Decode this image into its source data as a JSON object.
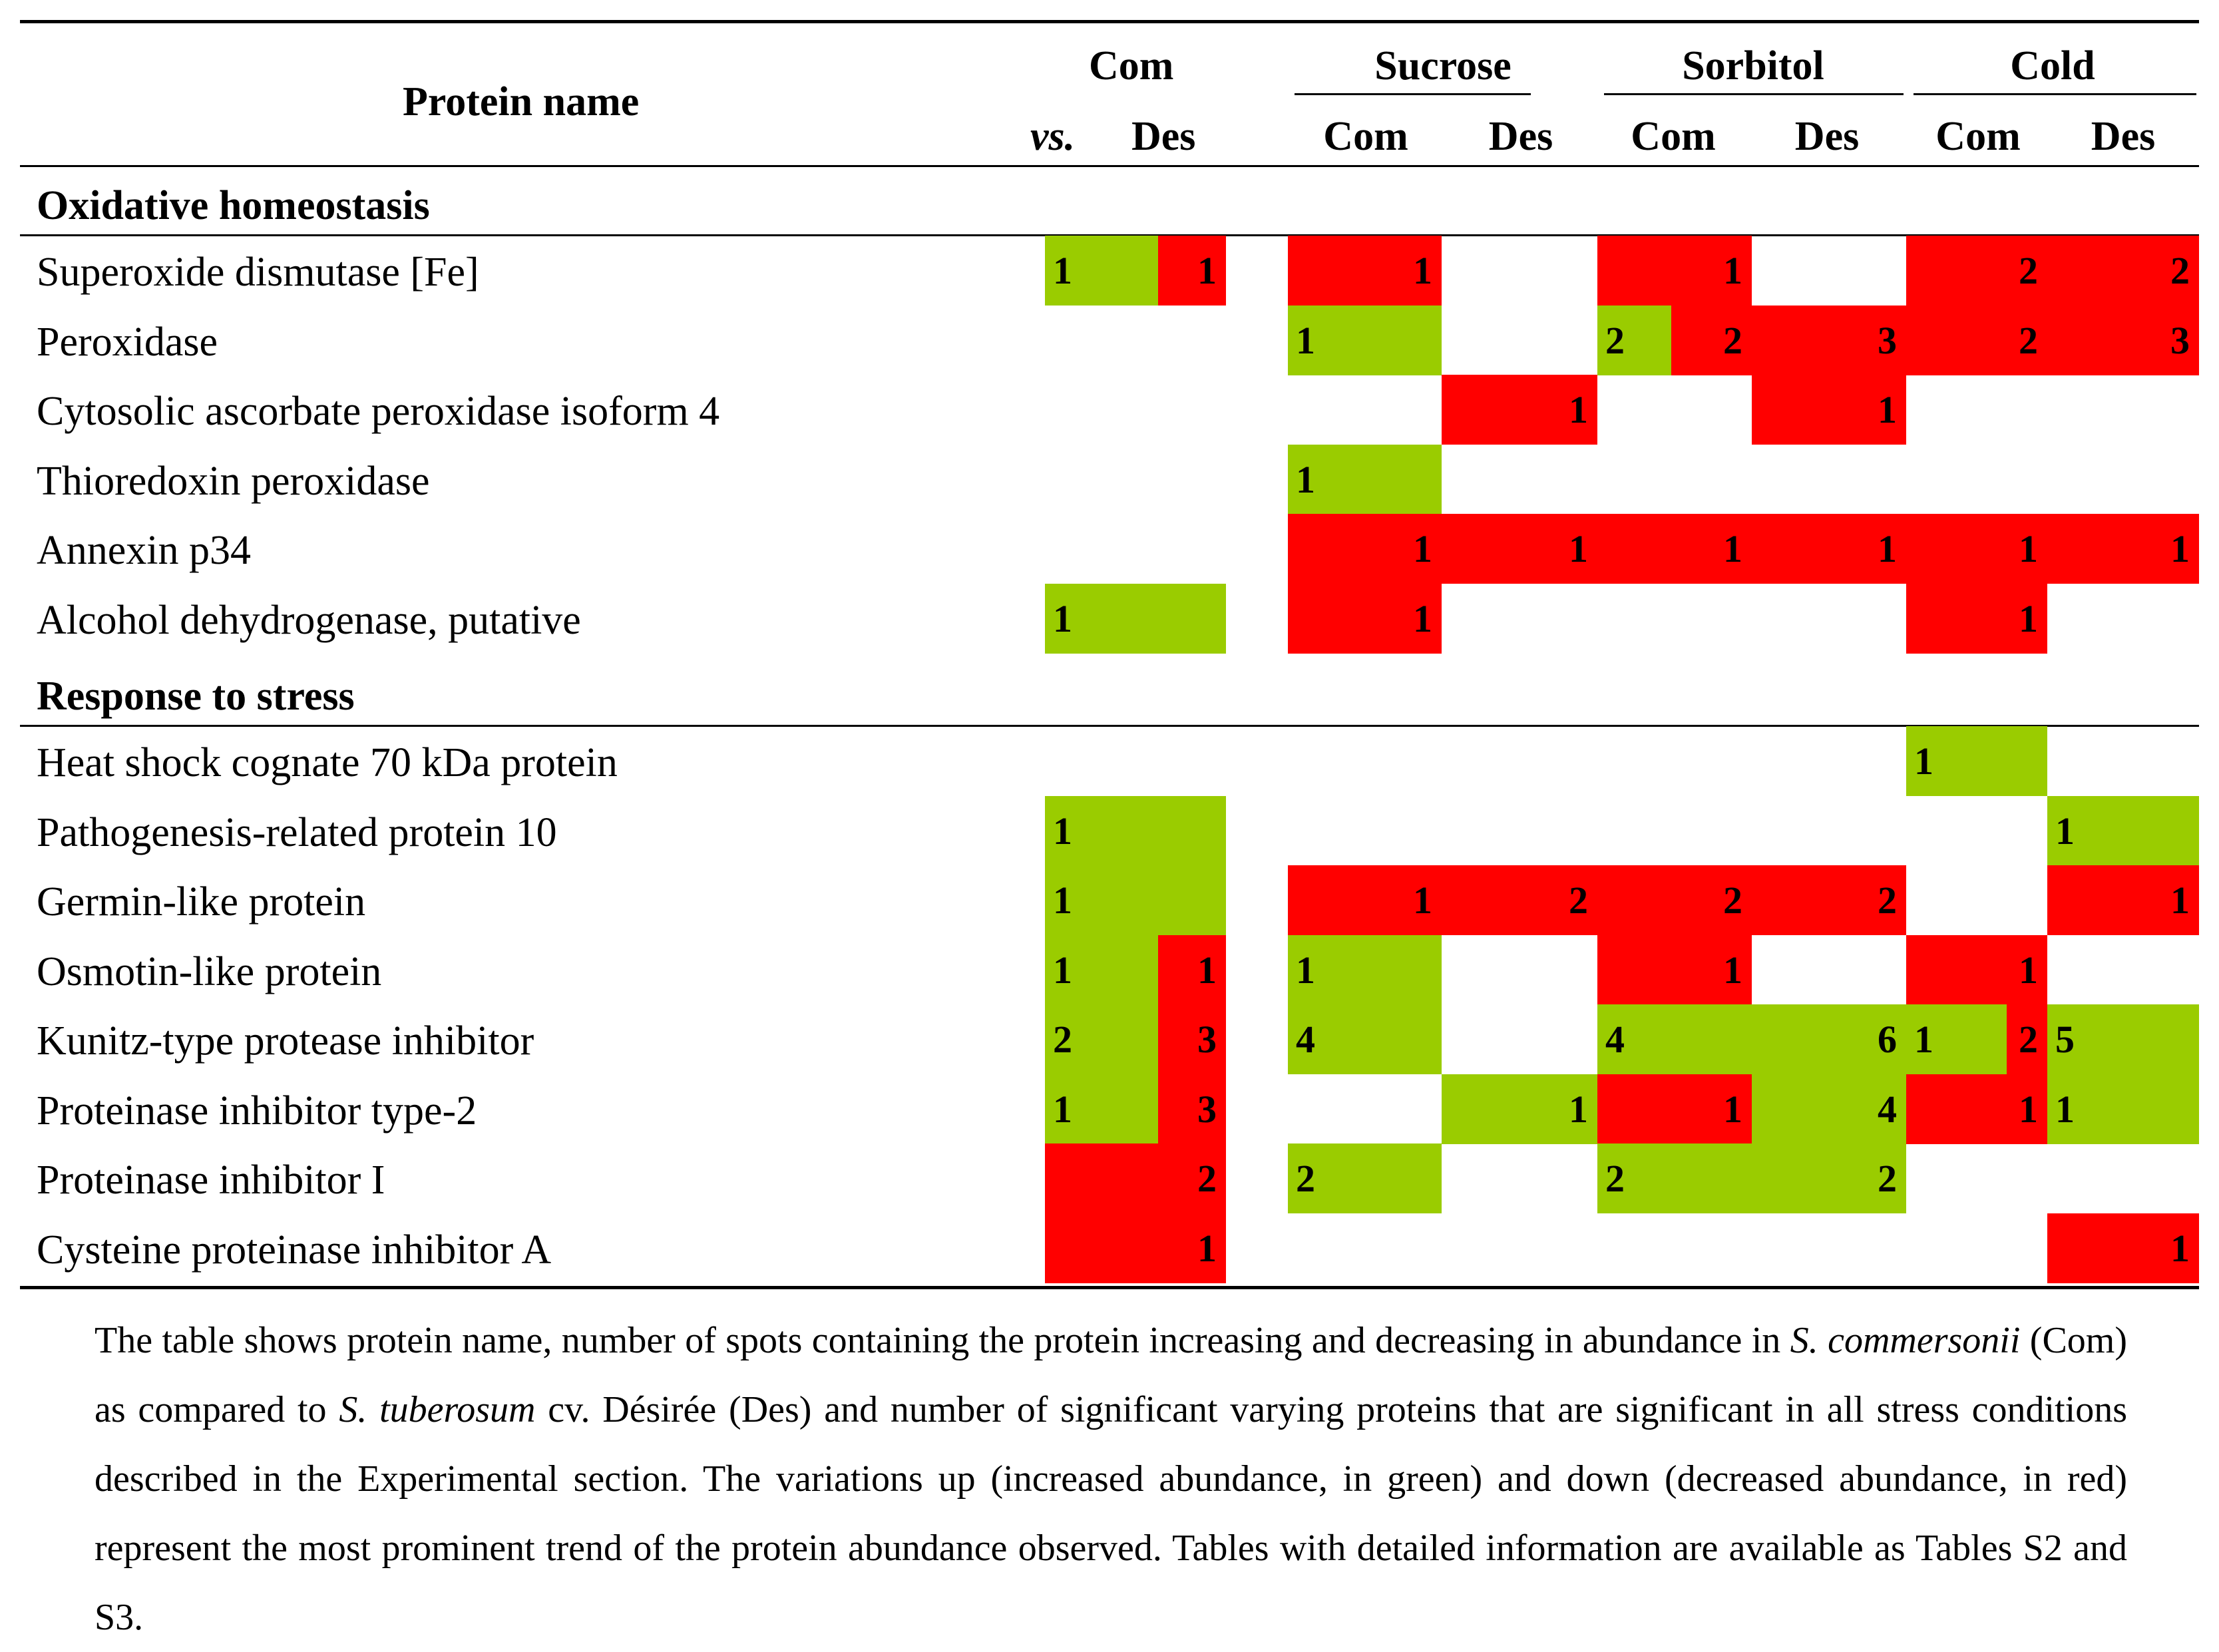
{
  "header": {
    "protein_name": "Protein name",
    "com_vs_des_line1": "Com",
    "com_vs_des_vs": "vs.",
    "com_vs_des_des": "Des",
    "conditions": [
      "Sucrose",
      "Sorbitol",
      "Cold"
    ],
    "sub_com": "Com",
    "sub_des": "Des"
  },
  "colors": {
    "increase": "#9acc00",
    "decrease": "#ff0000"
  },
  "sections": [
    {
      "title": "Oxidative homeostasis",
      "rows": [
        {
          "name": "Superoxide dismutase [Fe]",
          "cells": [
            [
              "up",
              1
            ],
            [
              "down",
              1
            ],
            [
              "down",
              1
            ],
            null,
            [
              "down",
              1
            ],
            null,
            [
              "down",
              2
            ],
            [
              "down",
              2
            ]
          ]
        },
        {
          "name": "Peroxidase",
          "cells": [
            null,
            null,
            [
              "up",
              1
            ],
            null,
            [
              "up",
              2,
              "down",
              2
            ],
            [
              "down",
              3
            ],
            [
              "down",
              2
            ],
            [
              "down",
              3
            ]
          ]
        },
        {
          "name": "Cytosolic ascorbate peroxidase isoform 4",
          "cells": [
            null,
            null,
            null,
            [
              "down",
              1
            ],
            null,
            [
              "down",
              1
            ],
            null,
            null
          ]
        },
        {
          "name": "Thioredoxin peroxidase",
          "cells": [
            null,
            null,
            [
              "up",
              1
            ],
            null,
            null,
            null,
            null,
            null
          ]
        },
        {
          "name": "Annexin p34",
          "cells": [
            null,
            null,
            [
              "down",
              1
            ],
            [
              "down",
              1
            ],
            [
              "down",
              1
            ],
            [
              "down",
              1
            ],
            [
              "down",
              1
            ],
            [
              "down",
              1
            ]
          ]
        },
        {
          "name": "Alcohol dehydrogenase, putative",
          "cells": [
            [
              "up",
              1
            ],
            [
              "up",
              null
            ],
            [
              "down",
              1
            ],
            null,
            null,
            null,
            [
              "down",
              1
            ],
            null
          ]
        }
      ]
    },
    {
      "title": "Response to stress",
      "rows": [
        {
          "name": "Heat shock cognate 70 kDa protein",
          "cells": [
            null,
            null,
            null,
            null,
            null,
            null,
            [
              "up",
              1
            ],
            null
          ]
        },
        {
          "name": "Pathogenesis-related protein 10",
          "cells": [
            [
              "up",
              1
            ],
            [
              "up",
              null
            ],
            null,
            null,
            null,
            null,
            null,
            [
              "up",
              1
            ]
          ]
        },
        {
          "name": "Germin-like protein",
          "cells": [
            [
              "up",
              1
            ],
            [
              "up",
              null
            ],
            [
              "down",
              1
            ],
            [
              "down",
              2
            ],
            [
              "down",
              2
            ],
            [
              "down",
              2
            ],
            null,
            [
              "down",
              1
            ]
          ]
        },
        {
          "name": "Osmotin-like protein",
          "cells": [
            [
              "up",
              1
            ],
            [
              "down",
              1
            ],
            [
              "up",
              1
            ],
            null,
            [
              "down",
              1
            ],
            null,
            [
              "down",
              1
            ],
            null
          ]
        },
        {
          "name": "Kunitz-type protease inhibitor",
          "cells": [
            [
              "up",
              2
            ],
            [
              "down",
              3
            ],
            [
              "up",
              4
            ],
            null,
            [
              "up",
              4
            ],
            [
              "up",
              6
            ],
            [
              "up",
              1,
              "down",
              2
            ],
            [
              "up",
              5
            ]
          ]
        },
        {
          "name": "Proteinase inhibitor type-2",
          "cells": [
            [
              "up",
              1
            ],
            [
              "down",
              3
            ],
            null,
            [
              "up",
              1
            ],
            [
              "down",
              1
            ],
            [
              "up",
              4
            ],
            [
              "down",
              1
            ],
            [
              "up",
              1
            ]
          ]
        },
        {
          "name": "Proteinase inhibitor I",
          "cells": [
            [
              "down",
              null
            ],
            [
              "down",
              2
            ],
            [
              "up",
              2
            ],
            null,
            [
              "up",
              2
            ],
            [
              "up",
              2
            ],
            null,
            null
          ]
        },
        {
          "name": "Cysteine proteinase inhibitor A",
          "cells": [
            [
              "down",
              null
            ],
            [
              "down",
              1
            ],
            null,
            null,
            null,
            null,
            null,
            [
              "down",
              1
            ]
          ]
        }
      ]
    }
  ],
  "caption": [
    {
      "text": "The table shows protein name, number of spots containing the protein increasing and decreasing in abundance in "
    },
    {
      "text": "S. commersonii",
      "italic": true
    },
    {
      "text": " (Com) as compared to "
    },
    {
      "text": "S. tuberosum",
      "italic": true
    },
    {
      "text": " cv. Désirée (Des) and number of significant varying proteins that are significant in all stress conditions described in the Experimental section. The variations up (increased abundance, in green) and down (decreased abundance, in red) represent the most prominent trend of the protein abundance observed. Tables with detailed information are available as Tables S2 and S3."
    }
  ]
}
